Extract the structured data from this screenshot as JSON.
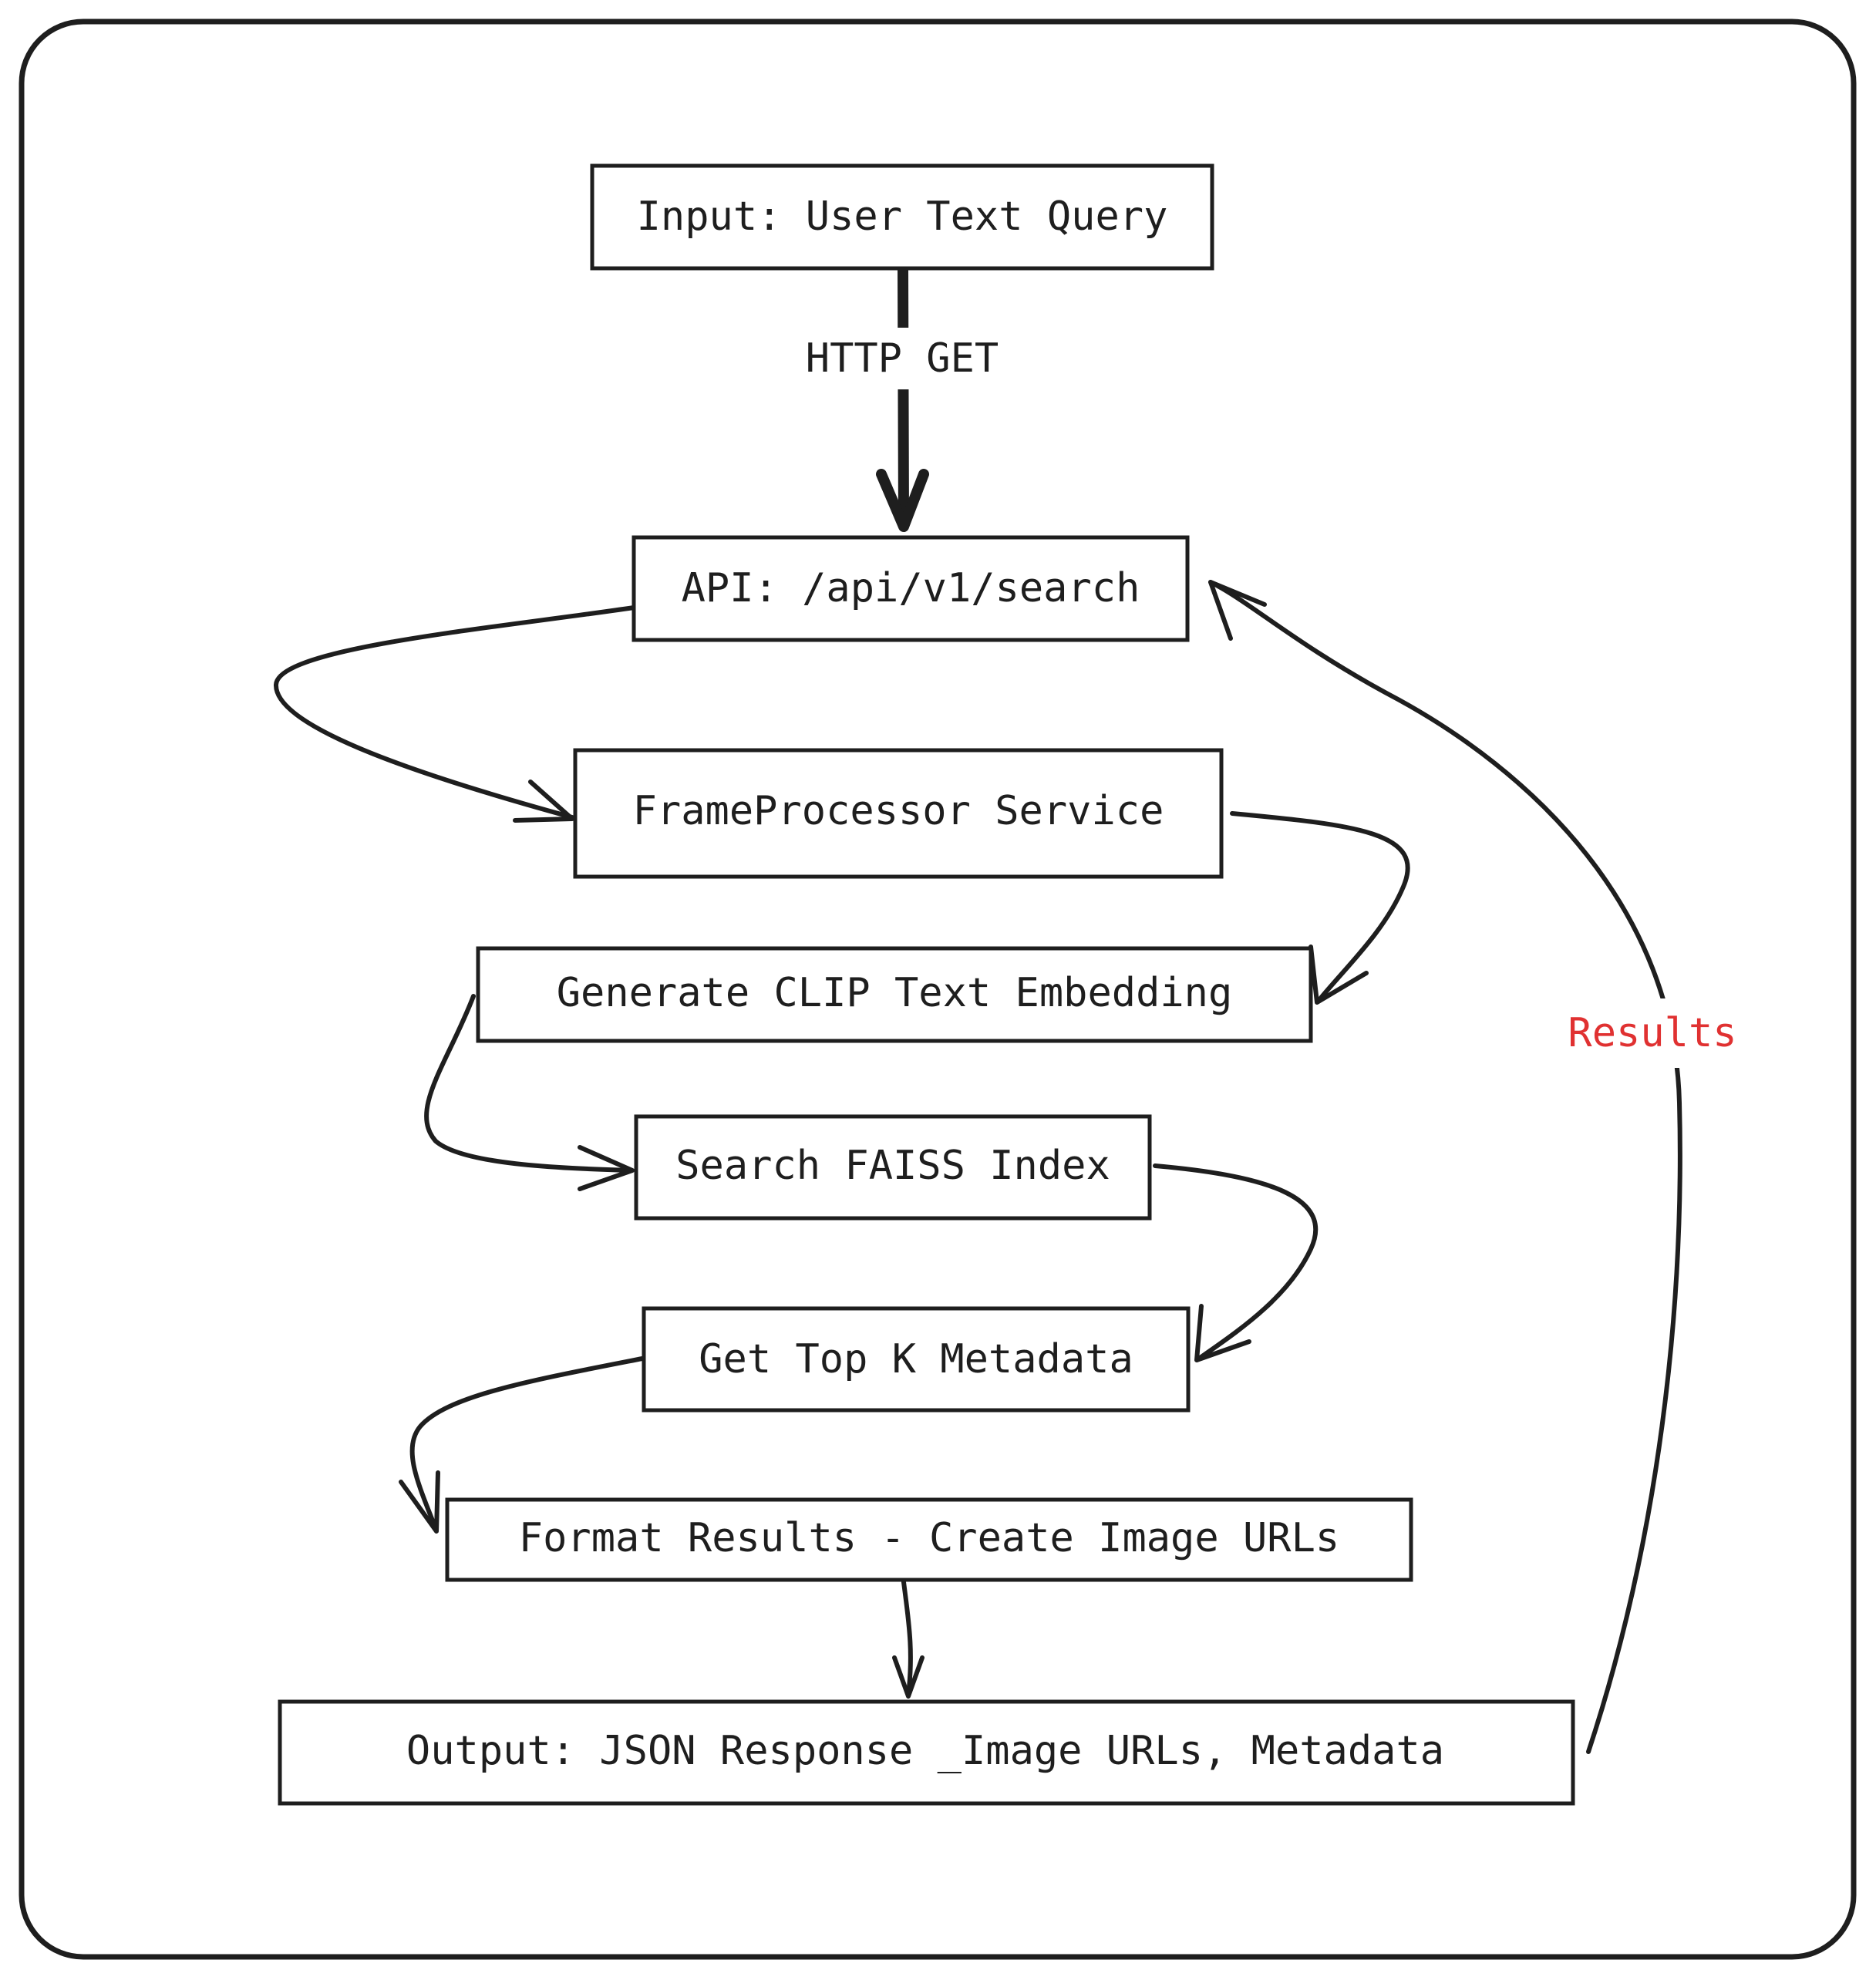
{
  "diagram": {
    "nodes": {
      "input": "Input: User Text Query",
      "api": "API: /api/v1/search",
      "frame_processor": "FrameProcessor Service",
      "clip": "Generate CLIP Text Embedding",
      "faiss": "Search FAISS Index",
      "metadata": "Get Top K Metadata",
      "format": "Format Results - Create Image URLs",
      "output": "Output: JSON Response _Image URLs, Metadata"
    },
    "edges": {
      "http_get": "HTTP GET",
      "results": "Results"
    },
    "colors": {
      "stroke": "#1e1e1e",
      "results_label": "#e03131",
      "background": "#ffffff"
    }
  }
}
